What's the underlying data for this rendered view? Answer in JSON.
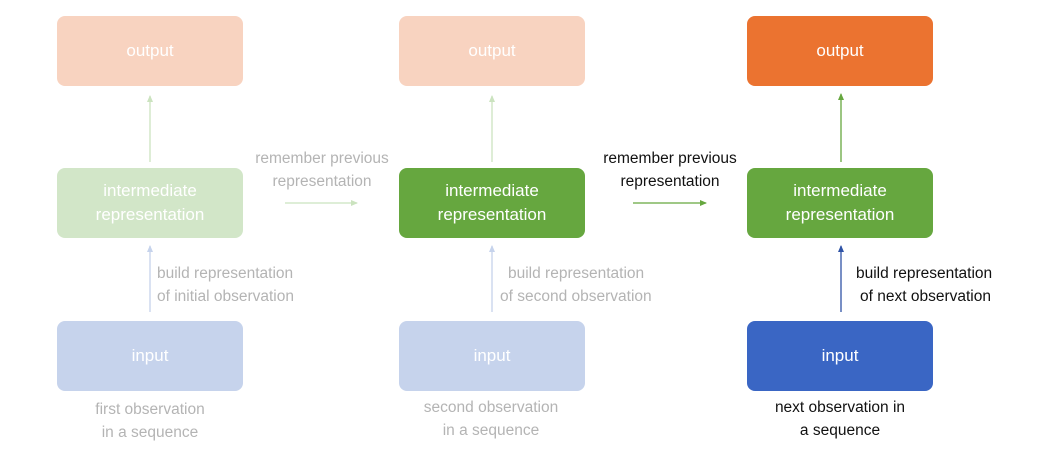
{
  "colors": {
    "output_faded": "#f8d3c0",
    "output_active": "#eb7330",
    "intermediate_faded": "#d2e6c8",
    "intermediate_active": "#66a73f",
    "input_faded": "#c6d3ec",
    "input_active": "#3a66c4",
    "arrow_green_faded": "#cbe3bf",
    "arrow_blue_faded": "#c6d3ec",
    "arrow_green": "#66a73f",
    "arrow_blue": "#2f53a6"
  },
  "steps": [
    {
      "output": "output",
      "intermediate": "intermediate representation",
      "input": "input",
      "build_label": [
        "build representation",
        "of initial observation"
      ],
      "observation_label": [
        "first observation",
        "in a sequence"
      ]
    },
    {
      "output": "output",
      "intermediate": "intermediate representation",
      "input": "input",
      "build_label": [
        "build representation",
        "of second observation"
      ],
      "observation_label": [
        "second observation",
        "in a sequence"
      ]
    },
    {
      "output": "output",
      "intermediate": "intermediate representation",
      "input": "input",
      "build_label": [
        "build representation",
        "of next observation"
      ],
      "observation_label": [
        "next observation in",
        "a sequence"
      ]
    }
  ],
  "transitions": [
    {
      "label": [
        "remember previous",
        "representation"
      ]
    },
    {
      "label": [
        "remember previous",
        "representation"
      ]
    }
  ]
}
